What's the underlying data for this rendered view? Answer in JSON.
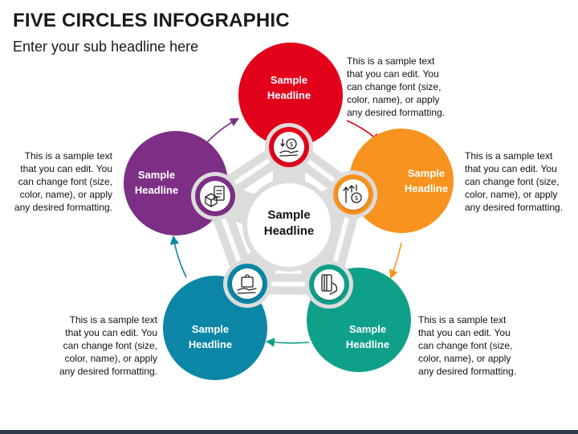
{
  "title": "FIVE CIRCLES INFOGRAPHIC",
  "subtitle": "Enter your sub headline here",
  "center": {
    "line1": "Sample",
    "line2": "Headline"
  },
  "items": [
    {
      "line1": "Sample",
      "line2": "Headline",
      "color": "#e3001b",
      "icon": "hand-money-icon",
      "desc": [
        "This is a sample text",
        "that you can edit. You",
        "can change font (size,",
        "color, name), or apply",
        "any desired formatting."
      ]
    },
    {
      "line1": "Sample",
      "line2": "Headline",
      "color": "#f7931e",
      "icon": "bulb-money-icon",
      "desc": [
        "This is a sample text",
        "that you can edit. You",
        "can change font (size,",
        "color, name), or apply",
        "any desired formatting."
      ]
    },
    {
      "line1": "Sample",
      "line2": "Headline",
      "color": "#0fa089",
      "icon": "card-payment-icon",
      "desc": [
        "This is a sample text",
        "that you can edit. You",
        "can change font (size,",
        "color, name), or apply",
        "any desired formatting."
      ]
    },
    {
      "line1": "Sample",
      "line2": "Headline",
      "color": "#0b86a6",
      "icon": "shopping-bag-icon",
      "desc": [
        "This is a sample text",
        "that you can edit. You",
        "can change font (size,",
        "color, name), or apply",
        "any desired formatting."
      ]
    },
    {
      "line1": "Sample",
      "line2": "Headline",
      "color": "#7d2f86",
      "icon": "package-document-icon",
      "desc": [
        "This is a sample text",
        "that you can edit. You",
        "can change font (size,",
        "color, name), or apply",
        "any desired formatting."
      ]
    }
  ]
}
